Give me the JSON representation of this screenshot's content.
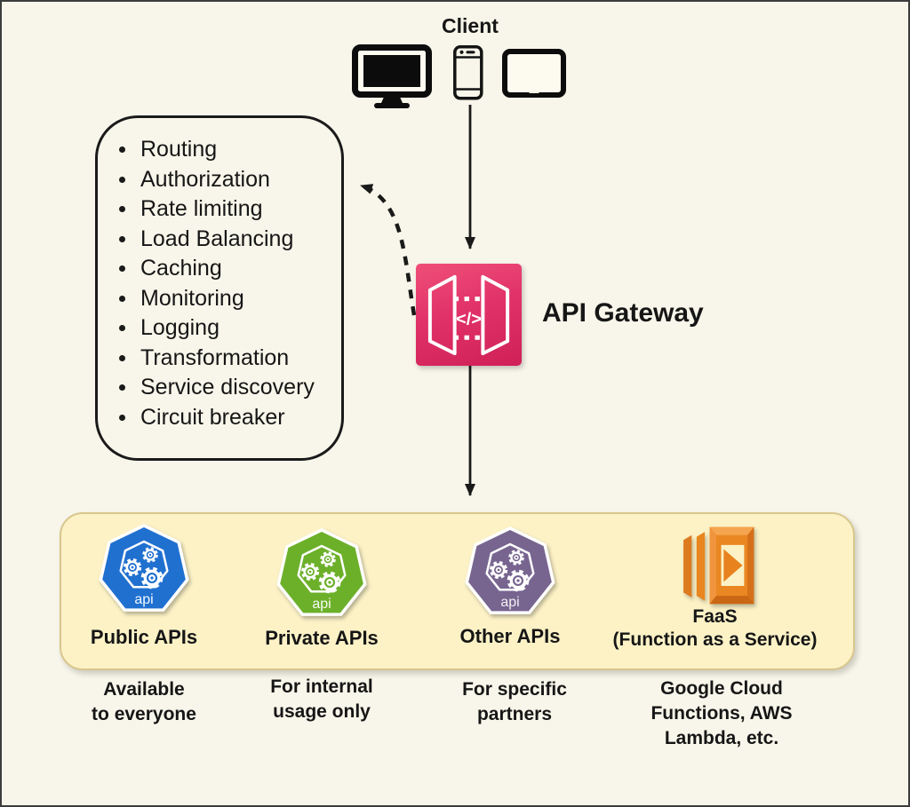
{
  "client": {
    "label": "Client",
    "icons": [
      "desktop-monitor",
      "smartphone",
      "tablet"
    ]
  },
  "features_box": {
    "items": [
      "Routing",
      "Authorization",
      "Rate limiting",
      "Load Balancing",
      "Caching",
      "Monitoring",
      "Logging",
      "Transformation",
      "Service discovery",
      "Circuit breaker"
    ]
  },
  "gateway": {
    "label": "API Gateway",
    "code_glyph": "</>",
    "color_top": "#ef4f78",
    "color_bottom": "#d02057"
  },
  "backends_panel": {
    "bg_color": "#fcf2c6",
    "border_color": "#d8c68c",
    "items": [
      {
        "name": "Public APIs",
        "icon": "public-api-heptagon",
        "icon_label": "api",
        "color": "#2070d0",
        "caption": "Available\nto everyone"
      },
      {
        "name": "Private APIs",
        "icon": "private-api-heptagon",
        "icon_label": "api",
        "color": "#6cb02a",
        "caption": "For internal\nusage only"
      },
      {
        "name": "Other APIs",
        "icon": "other-api-heptagon",
        "icon_label": "api",
        "color": "#776590",
        "caption": "For specific\npartners"
      },
      {
        "name": "FaaS\n(Function as a Service)",
        "icon": "faas-lambda",
        "color": "#e8821f",
        "caption": "Google Cloud\nFunctions, AWS\nLambda, etc."
      }
    ]
  }
}
